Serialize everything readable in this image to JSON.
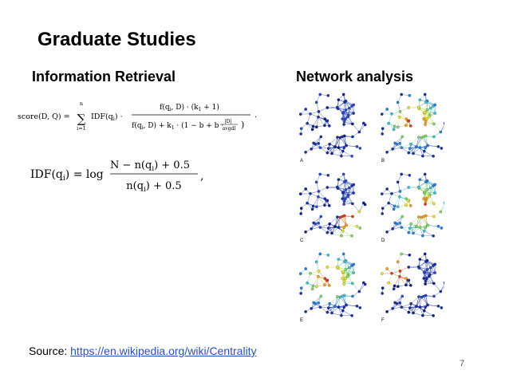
{
  "slide": {
    "title": "Graduate Studies",
    "left_heading": "Information Retrieval",
    "right_heading": "Network analysis",
    "source_label": "Source: ",
    "source_link": "https://en.wikipedia.org/wiki/Centrality",
    "page_number": "7"
  },
  "formula_bm25": {
    "lhs": "score(D, Q) =",
    "sum_top": "n",
    "sum_bottom": "i=1",
    "idf": "IDF(q",
    "idf_sub": "i",
    "num": "f(q",
    "num_rest": ", D) · (k",
    "num_k_sub": "1",
    "num_end": " + 1)",
    "den_start": "f(q",
    "den_mid": ", D) + k",
    "den_k_sub": "1",
    "den_paren": " · (1 − b + b ·",
    "frac_top": "|D|",
    "frac_bottom": "avgdl",
    "den_close": ")",
    "period": "."
  },
  "formula_idf": {
    "lhs": "IDF(q",
    "lhs_sub": "i",
    "lhs_end": ") = log",
    "num": "N − n(q",
    "num_sub": "i",
    "num_end": ") + 0.5",
    "den": "n(q",
    "den_sub": "i",
    "den_end": ") + 0.5",
    "comma": ","
  },
  "network_panels": {
    "labels": [
      "A",
      "B",
      "C",
      "D",
      "E",
      "F"
    ]
  }
}
